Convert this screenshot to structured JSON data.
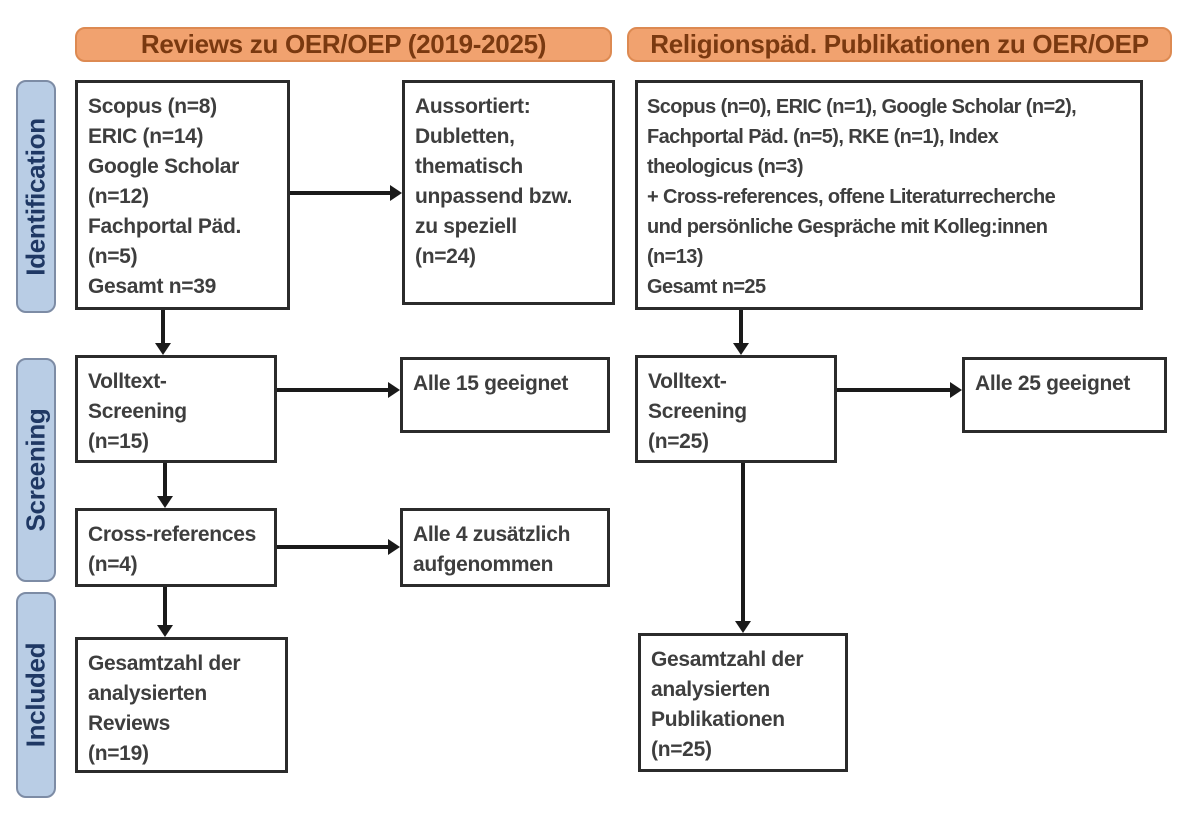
{
  "headers": {
    "left": "Reviews zu OER/OEP (2019-2025)",
    "right": "Religionspäd. Publikationen zu OER/OEP"
  },
  "stages": {
    "identification": "Identification",
    "screening": "Screening",
    "included": "Included"
  },
  "left_column": {
    "identification_box": "Scopus (n=8)\nERIC (n=14)\nGoogle Scholar\n(n=12)\nFachportal Päd.\n(n=5)\nGesamt n=39",
    "excluded_box": "Aussortiert:\nDubletten,\nthematisch\nunpassend bzw.\nzu speziell\n(n=24)",
    "screening_box": "Volltext-\nScreening\n(n=15)",
    "screening_result_box": "Alle 15 geeignet",
    "crossref_box": "Cross-references\n(n=4)",
    "crossref_result_box": "Alle 4 zusätzlich\naufgenommen",
    "included_box": "Gesamtzahl der\nanalysierten\nReviews\n(n=19)"
  },
  "right_column": {
    "identification_box": "Scopus (n=0), ERIC (n=1), Google Scholar (n=2),\nFachportal Päd. (n=5), RKE (n=1), Index\ntheologicus (n=3)\n+ Cross-references, offene Literaturrecherche\nund persönliche Gespräche mit Kolleg:innen\n(n=13)\nGesamt n=25",
    "screening_box": "Volltext-\nScreening\n(n=25)",
    "screening_result_box": "Alle 25 geeignet",
    "included_box": "Gesamtzahl der\nanalysierten\nPublikationen\n(n=25)"
  },
  "colors": {
    "header_fill": "#F1A26F",
    "header_border": "#DD8A52",
    "header_text": "#7A3910",
    "stage_fill": "#B9CDE5",
    "stage_border": "#7D8CA5",
    "stage_text": "#1F3864",
    "box_border": "#2B2B2B",
    "box_text": "#3E3E3E",
    "arrow": "#1A1A1A"
  }
}
